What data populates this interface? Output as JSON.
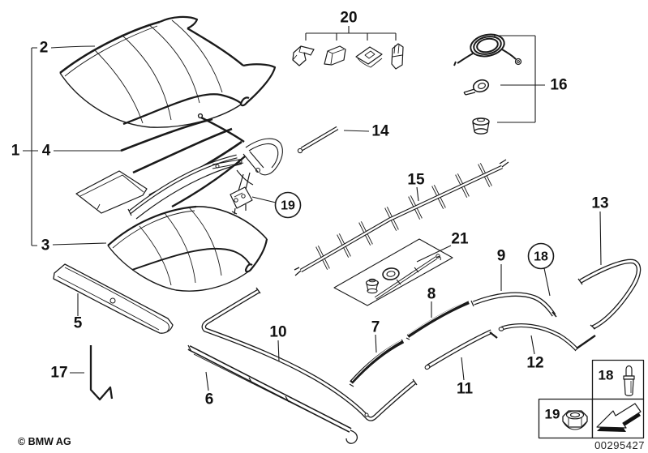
{
  "callouts": {
    "c1": "1",
    "c2": "2",
    "c3": "3",
    "c4": "4",
    "c5": "5",
    "c6": "6",
    "c7": "7",
    "c8": "8",
    "c9": "9",
    "c10": "10",
    "c11": "11",
    "c12": "12",
    "c13": "13",
    "c14": "14",
    "c15": "15",
    "c16": "16",
    "c17": "17",
    "c18": "18",
    "c19": "19",
    "c20": "20",
    "c21": "21"
  },
  "circled_callouts": [
    "18",
    "19"
  ],
  "legend": {
    "rivet_label": "18",
    "nut_label": "19",
    "rivet_icon": "blind-rivet-icon",
    "nut_icon": "hex-nut-icon",
    "arrow_icon": "direction-of-travel-arrow-icon"
  },
  "footer": {
    "copyright": "© BMW AG",
    "part_number": "00295427"
  },
  "colors": {
    "ink": "#1a1a1a",
    "paper": "#ffffff"
  }
}
